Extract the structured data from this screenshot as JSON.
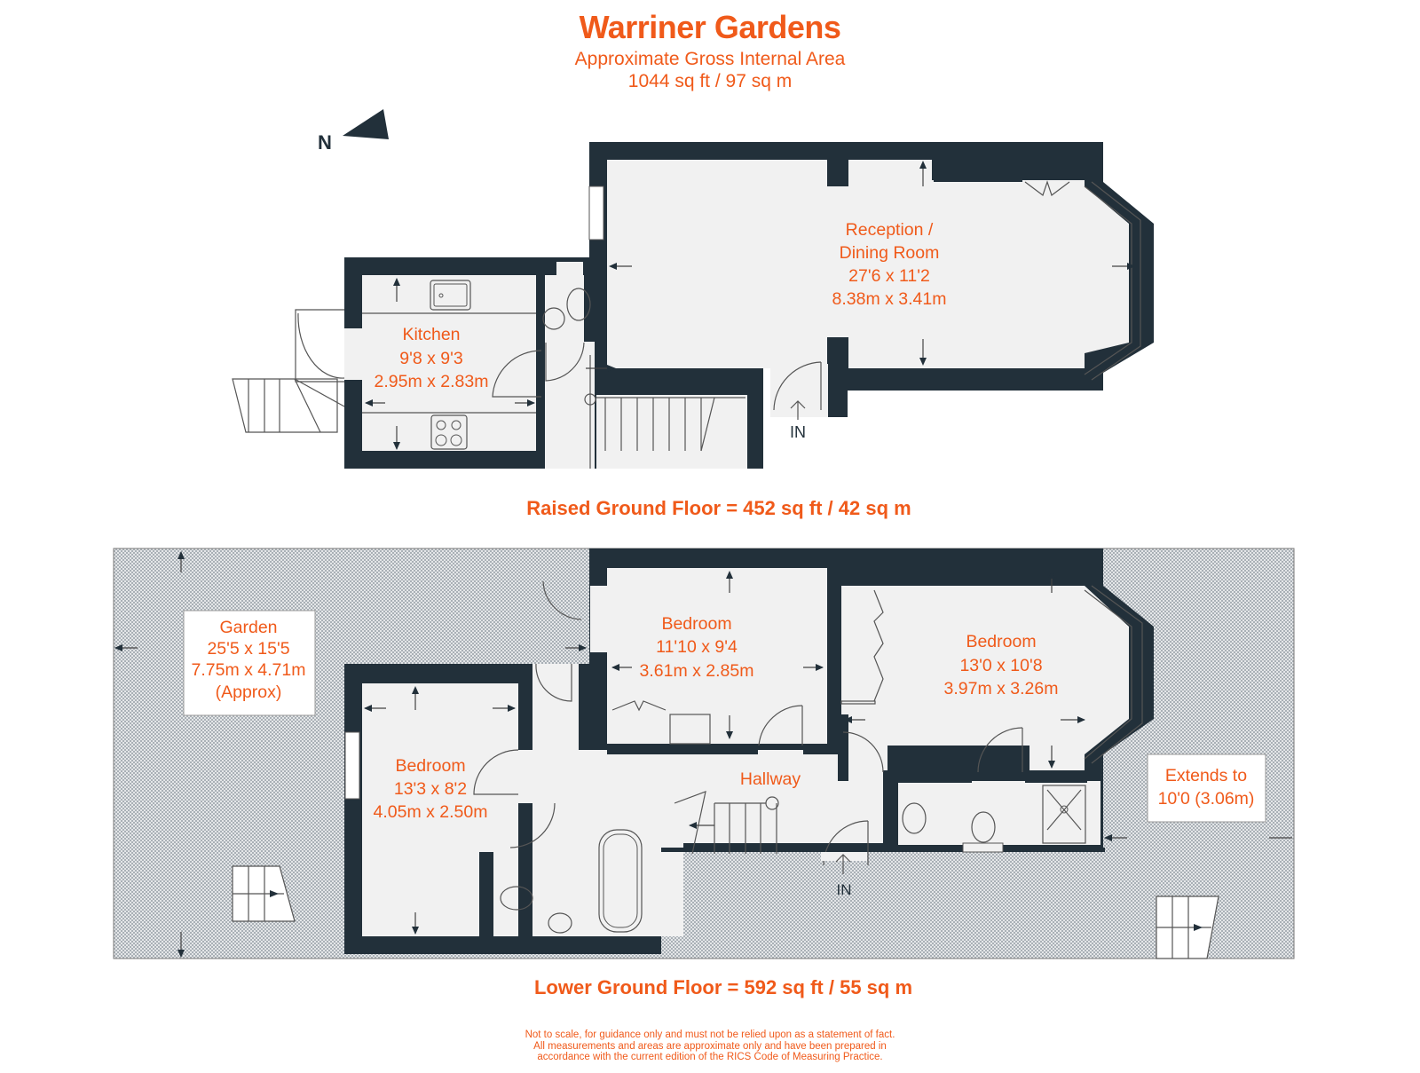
{
  "header": {
    "title": "Warriner Gardens",
    "subtitle": "Approximate Gross Internal Area",
    "total_area": "1044 sq ft / 97 sq m"
  },
  "compass": {
    "label": "N"
  },
  "colors": {
    "accent": "#f05a1a",
    "wall": "#22303a",
    "floor": "#f1f1f1",
    "garden_hatch": "#b9bfc4"
  },
  "raised_ground_floor": {
    "label": "Raised Ground Floor = 452 sq ft / 42 sq m",
    "entrance": "IN",
    "rooms": [
      {
        "name": "Kitchen",
        "imperial": "9'8 x 9'3",
        "metric": "2.95m x 2.83m"
      },
      {
        "name_line1": "Reception /",
        "name_line2": "Dining Room",
        "imperial": "27'6 x 11'2",
        "metric": "8.38m x 3.41m"
      }
    ]
  },
  "lower_ground_floor": {
    "label": "Lower Ground Floor = 592 sq ft / 55 sq m",
    "entrance": "IN",
    "rooms": [
      {
        "name": "Bedroom",
        "imperial": "11'10 x 9'4",
        "metric": "3.61m x 2.85m"
      },
      {
        "name": "Bedroom",
        "imperial": "13'0 x 10'8",
        "metric": "3.97m x 3.26m"
      },
      {
        "name": "Bedroom",
        "imperial": "13'3 x 8'2",
        "metric": "4.05m x 2.50m"
      },
      {
        "name": "Hallway"
      }
    ],
    "garden": {
      "name": "Garden",
      "imperial": "25'5 x 15'5",
      "metric": "7.75m x 4.71m",
      "note": "(Approx)"
    },
    "extends_note": {
      "line1": "Extends to",
      "line2": "10'0 (3.06m)"
    }
  },
  "disclaimer": {
    "line1": "Not to scale, for guidance only and must not be relied upon as a statement of fact.",
    "line2": "All measurements and areas are approximate only and have been prepared in",
    "line3": "accordance with the current edition of the RICS Code of Measuring Practice."
  }
}
